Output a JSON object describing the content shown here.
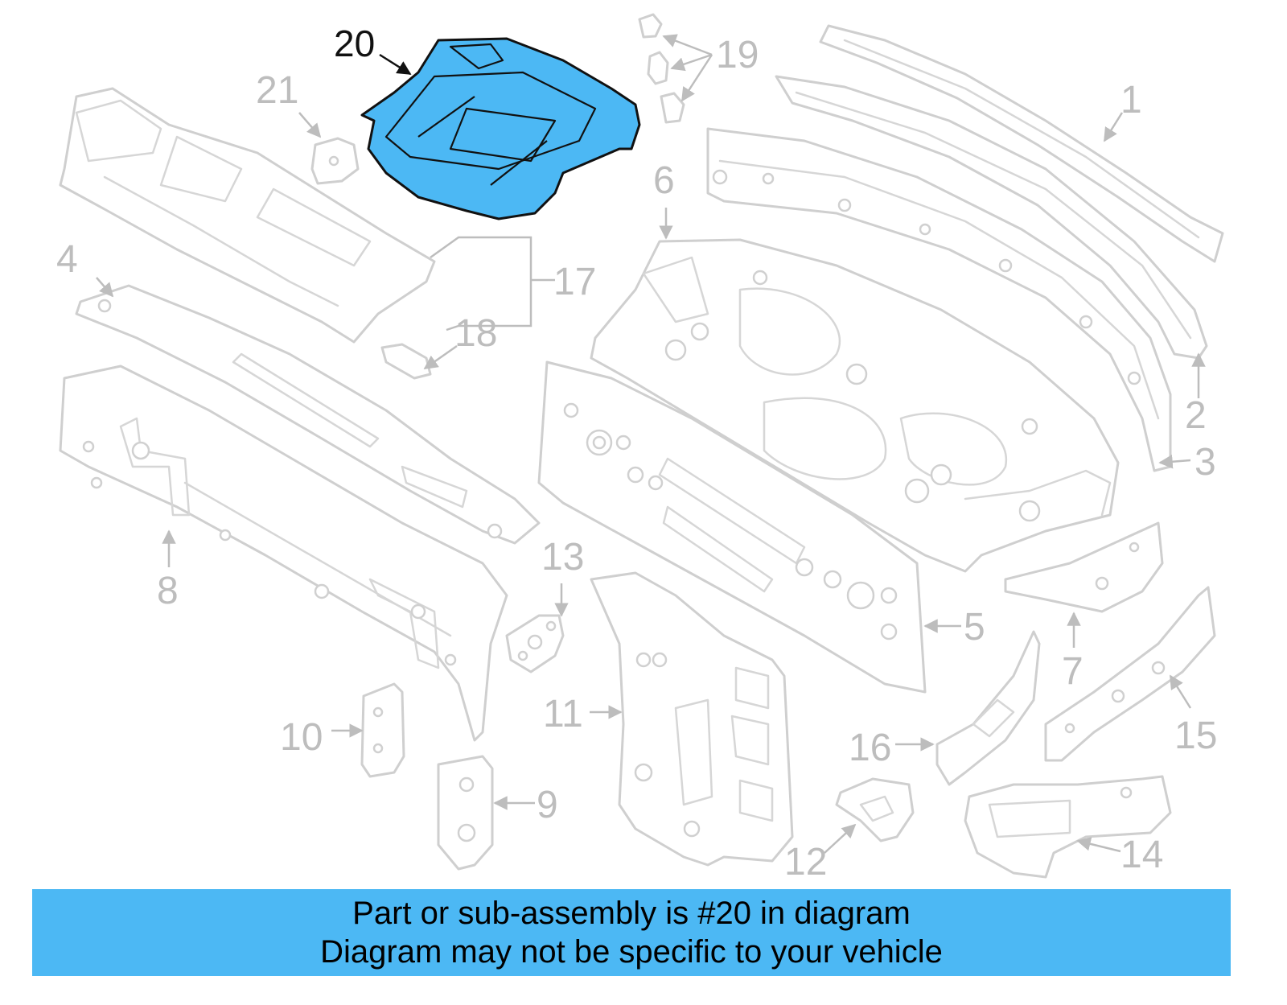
{
  "diagram": {
    "callouts": {
      "c1": "1",
      "c2": "2",
      "c3": "3",
      "c4": "4",
      "c5": "5",
      "c6": "6",
      "c7": "7",
      "c8": "8",
      "c9": "9",
      "c10": "10",
      "c11": "11",
      "c12": "12",
      "c13": "13",
      "c14": "14",
      "c15": "15",
      "c16": "16",
      "c17": "17",
      "c18": "18",
      "c19": "19",
      "c20": "20",
      "c21": "21"
    },
    "highlighted_part": "20",
    "colors": {
      "highlight": "#4cb8f4",
      "part_outline": "#cfcfcf",
      "callout_text": "#bdbdbd"
    }
  },
  "banner": {
    "line1": "Part or sub-assembly is #20 in diagram",
    "line2": "Diagram may not be specific to your vehicle"
  }
}
